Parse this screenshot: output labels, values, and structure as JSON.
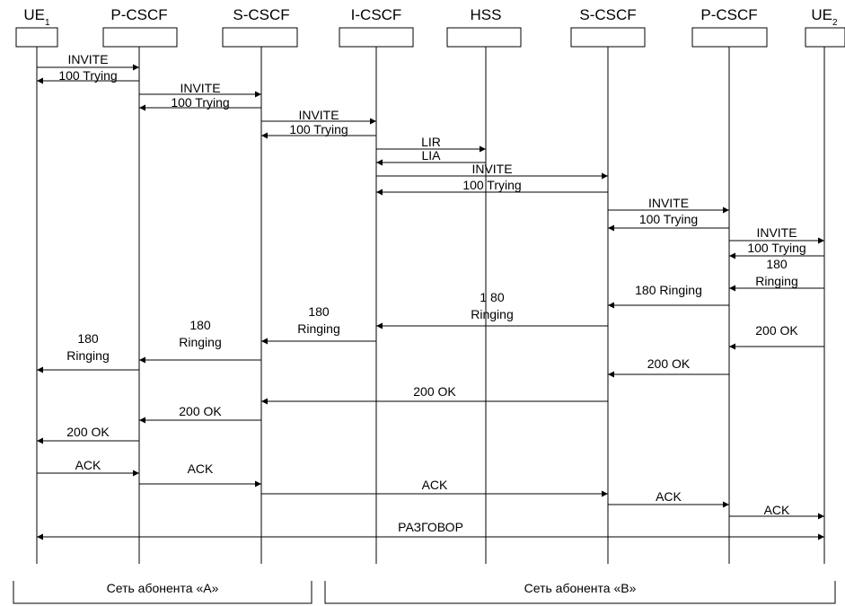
{
  "entities": [
    {
      "id": "ue1",
      "label": "UE",
      "sub": "1"
    },
    {
      "id": "pcscf1",
      "label": "P-CSCF"
    },
    {
      "id": "scscf1",
      "label": "S-CSCF"
    },
    {
      "id": "icscf",
      "label": "I-CSCF"
    },
    {
      "id": "hss",
      "label": "HSS"
    },
    {
      "id": "scscf2",
      "label": "S-CSCF"
    },
    {
      "id": "pcscf2",
      "label": "P-CSCF"
    },
    {
      "id": "ue2",
      "label": "UE",
      "sub": "2"
    }
  ],
  "messages": [
    {
      "from": "ue1",
      "to": "pcscf1",
      "lines": [
        "INVITE"
      ]
    },
    {
      "from": "pcscf1",
      "to": "ue1",
      "lines": [
        "100 Trying"
      ]
    },
    {
      "from": "pcscf1",
      "to": "scscf1",
      "lines": [
        "INVITE"
      ]
    },
    {
      "from": "scscf1",
      "to": "pcscf1",
      "lines": [
        "100 Trying"
      ]
    },
    {
      "from": "scscf1",
      "to": "icscf",
      "lines": [
        "INVITE"
      ]
    },
    {
      "from": "icscf",
      "to": "scscf1",
      "lines": [
        "100 Trying"
      ]
    },
    {
      "from": "icscf",
      "to": "hss",
      "lines": [
        "LIR"
      ]
    },
    {
      "from": "hss",
      "to": "icscf",
      "lines": [
        "LIA"
      ]
    },
    {
      "from": "icscf",
      "to": "scscf2",
      "lines": [
        "INVITE"
      ]
    },
    {
      "from": "scscf2",
      "to": "icscf",
      "lines": [
        "100 Trying"
      ]
    },
    {
      "from": "scscf2",
      "to": "pcscf2",
      "lines": [
        "INVITE"
      ]
    },
    {
      "from": "pcscf2",
      "to": "scscf2",
      "lines": [
        "100 Trying"
      ]
    },
    {
      "from": "pcscf2",
      "to": "ue2",
      "lines": [
        "INVITE"
      ]
    },
    {
      "from": "ue2",
      "to": "pcscf2",
      "lines": [
        "100 Trying"
      ]
    },
    {
      "from": "ue2",
      "to": "pcscf2",
      "lines": [
        "180",
        "Ringing"
      ]
    },
    {
      "from": "pcscf2",
      "to": "scscf2",
      "lines": [
        "180 Ringing"
      ]
    },
    {
      "from": "scscf2",
      "to": "icscf",
      "lines": [
        "1 80",
        "Ringing"
      ]
    },
    {
      "from": "icscf",
      "to": "scscf1",
      "lines": [
        "180",
        "Ringing"
      ]
    },
    {
      "from": "scscf1",
      "to": "pcscf1",
      "lines": [
        "180",
        "Ringing"
      ]
    },
    {
      "from": "pcscf1",
      "to": "ue1",
      "lines": [
        "180",
        "Ringing"
      ]
    },
    {
      "from": "ue2",
      "to": "pcscf2",
      "lines": [
        "200 OK"
      ]
    },
    {
      "from": "pcscf2",
      "to": "scscf2",
      "lines": [
        "200 OK"
      ]
    },
    {
      "from": "scscf2",
      "to": "scscf1",
      "lines": [
        "200 OK"
      ]
    },
    {
      "from": "scscf1",
      "to": "pcscf1",
      "lines": [
        "200 OK"
      ]
    },
    {
      "from": "pcscf1",
      "to": "ue1",
      "lines": [
        "200 OK"
      ]
    },
    {
      "from": "ue1",
      "to": "pcscf1",
      "lines": [
        "ACK"
      ]
    },
    {
      "from": "pcscf1",
      "to": "scscf1",
      "lines": [
        "ACK"
      ]
    },
    {
      "from": "scscf1",
      "to": "scscf2",
      "lines": [
        "ACK"
      ]
    },
    {
      "from": "scscf2",
      "to": "pcscf2",
      "lines": [
        "ACK"
      ]
    },
    {
      "from": "pcscf2",
      "to": "ue2",
      "lines": [
        "ACK"
      ]
    },
    {
      "from": "ue1",
      "to": "ue2",
      "lines": [
        "РАЗГОВОР"
      ],
      "bidirectional": true
    }
  ],
  "networks": [
    {
      "label": "Сеть абонента «А»"
    },
    {
      "label": "Сеть абонента «В»"
    }
  ]
}
